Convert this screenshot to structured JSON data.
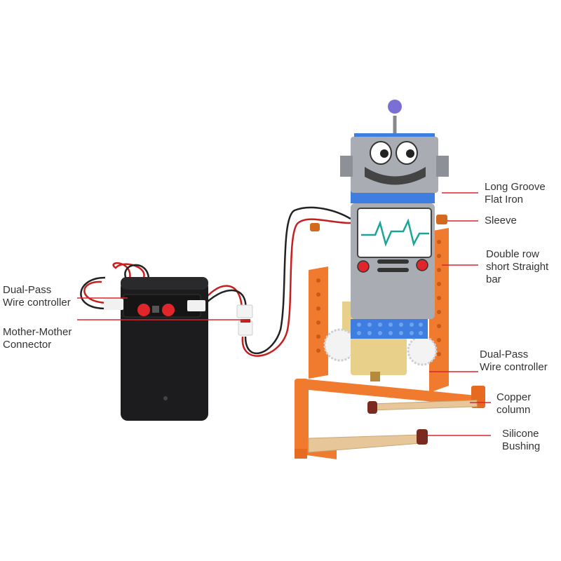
{
  "labels": {
    "dual_pass_left": "Dual-Pass\nWire controller",
    "mother_mother": "Mother-Mother\nConnector",
    "long_groove": "Long Groove\nFlat Iron",
    "sleeve": "Sleeve",
    "double_row": "Double row\nshort Straight\nbar",
    "dual_pass_right": "Dual-Pass\nWire controller",
    "copper_column": "Copper\ncolumn",
    "silicone_bushing": "Silicone\nBushing"
  },
  "colors": {
    "leader_line": "#d8262b",
    "frame_orange": "#f07a2e",
    "robot_body": "#a9adb3",
    "battery_box": "#1c1c1e",
    "screen_bg": "#eaf6f5",
    "heartbeat": "#19a59a",
    "gear_white": "#f3f3f3",
    "motor_yellow": "#e9d08a",
    "lego_blue": "#3d7ee0",
    "antenna_ball": "#7b6fd6",
    "copper": "#e7c79a"
  }
}
